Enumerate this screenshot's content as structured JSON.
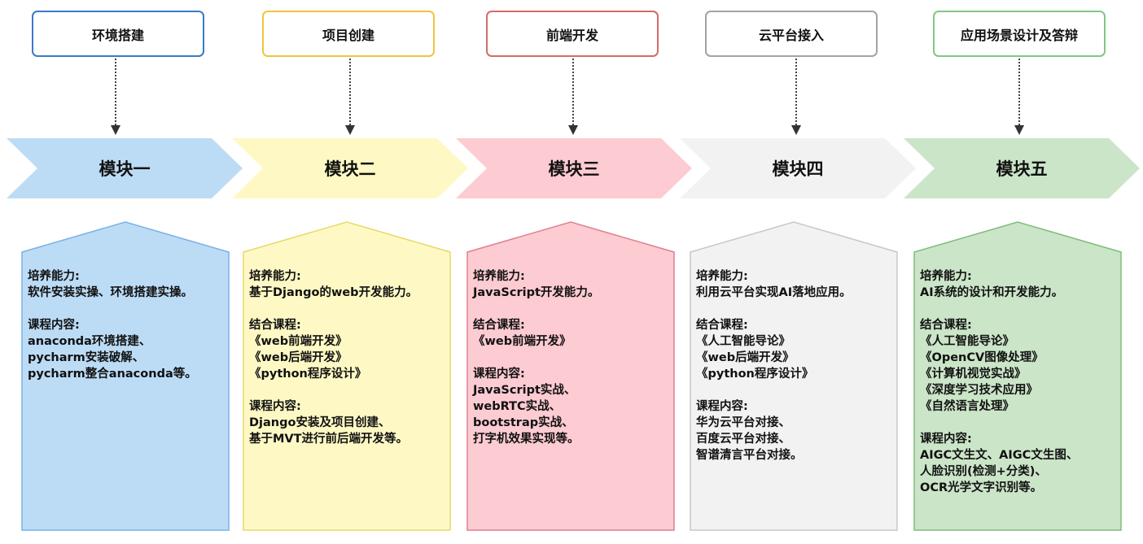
{
  "colors": {
    "m1": {
      "border": "#3a7ac9",
      "fill": "#bcdcf6",
      "stroke": "#78b2e6"
    },
    "m2": {
      "border": "#f2c43c",
      "fill": "#fef9c4",
      "stroke": "#e9d86a"
    },
    "m3": {
      "border": "#d66a6a",
      "fill": "#fdcbd2",
      "stroke": "#e0808e"
    },
    "m4": {
      "border": "#a3a3a3",
      "fill": "#f2f2f2",
      "stroke": "#c8c8c8"
    },
    "m5": {
      "border": "#82c780",
      "fill": "#cbe5c8",
      "stroke": "#7fbd7a"
    }
  },
  "modules": [
    {
      "top_label": "环境搭建",
      "chevron_label": "模块一",
      "sections": [
        {
          "lines": [
            "培养能力:",
            "软件安装实操、环境搭建实操。"
          ]
        },
        {
          "lines": [
            "课程内容:",
            "anaconda环境搭建、",
            "pycharm安装破解、",
            "pycharm整合anaconda等。"
          ]
        }
      ]
    },
    {
      "top_label": "项目创建",
      "chevron_label": "模块二",
      "sections": [
        {
          "lines": [
            "培养能力:",
            "基于Django的web开发能力。"
          ]
        },
        {
          "lines": [
            "结合课程:",
            "《web前端开发》",
            "《web后端开发》",
            "《python程序设计》"
          ]
        },
        {
          "lines": [
            "课程内容:",
            "Django安装及项目创建、",
            "基于MVT进行前后端开发等。"
          ]
        }
      ]
    },
    {
      "top_label": "前端开发",
      "chevron_label": "模块三",
      "sections": [
        {
          "lines": [
            "培养能力:",
            "JavaScript开发能力。"
          ]
        },
        {
          "lines": [
            "结合课程:",
            "《web前端开发》"
          ]
        },
        {
          "lines": [
            "课程内容:",
            "JavaScript实战、",
            "webRTC实战、",
            "bootstrap实战、",
            "打字机效果实现等。"
          ]
        }
      ]
    },
    {
      "top_label": "云平台接入",
      "chevron_label": "模块四",
      "sections": [
        {
          "lines": [
            "培养能力:",
            "利用云平台实现AI落地应用。"
          ]
        },
        {
          "lines": [
            "结合课程:",
            "《人工智能导论》",
            "《web后端开发》",
            "《python程序设计》"
          ]
        },
        {
          "lines": [
            "课程内容:",
            "华为云平台对接、",
            "百度云平台对接、",
            "智谱清言平台对接。"
          ]
        }
      ]
    },
    {
      "top_label": "应用场景设计及答辩",
      "chevron_label": "模块五",
      "sections": [
        {
          "lines": [
            "培养能力:",
            "AI系统的设计和开发能力。"
          ]
        },
        {
          "lines": [
            "结合课程:",
            "《人工智能导论》",
            "《OpenCV图像处理》",
            "《计算机视觉实战》",
            "《深度学习技术应用》",
            "《自然语言处理》"
          ]
        },
        {
          "lines": [
            "课程内容:",
            "AIGC文生文、AIGC文生图、",
            "人脸识别(检测+分类)、",
            "OCR光学文字识别等。"
          ]
        }
      ]
    }
  ]
}
